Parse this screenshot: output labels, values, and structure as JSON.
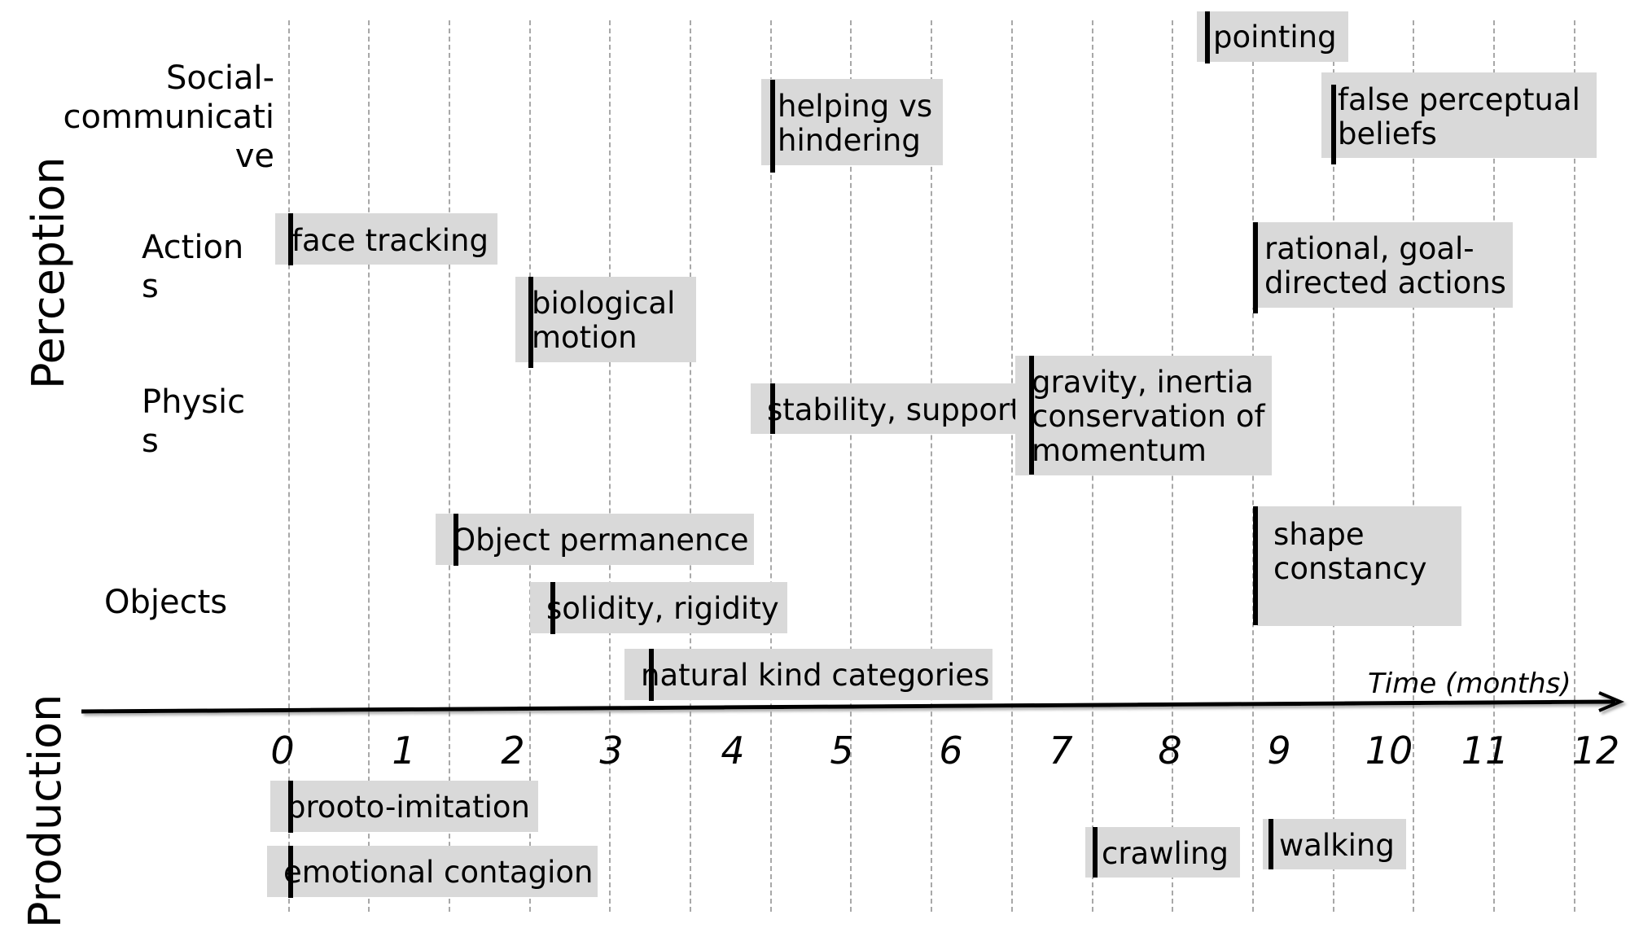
{
  "sections": {
    "perception": "Perception",
    "production": "Production"
  },
  "categories": {
    "social": "Social-\ncommunicati\nve",
    "actions": "Action\ns",
    "physics": "Physic\ns",
    "objects": "Objects"
  },
  "axis": {
    "label": "Time (months)",
    "ticks": [
      "0",
      "1",
      "2",
      "3",
      "4",
      "5",
      "6",
      "7",
      "8",
      "9",
      "10",
      "11",
      "12"
    ]
  },
  "milestones": {
    "pointing": "pointing",
    "false_beliefs": "false perceptual\nbeliefs",
    "helping": "helping vs\nhindering",
    "face_tracking": "face tracking",
    "rational_actions": "rational, goal-\ndirected actions",
    "biological_motion": "biological\nmotion",
    "stability": "stability, support",
    "gravity": "gravity, inertia\nconservation of\nmomentum",
    "object_permanence": "Object permanence",
    "shape_constancy": "shape\nconstancy",
    "solidity": "solidity, rigidity",
    "natural_kind": "natural kind categories",
    "proto_imitation": "prooto-imitation",
    "emotional_contagion": "emotional contagion",
    "crawling": "crawling",
    "walking": "walking"
  }
}
